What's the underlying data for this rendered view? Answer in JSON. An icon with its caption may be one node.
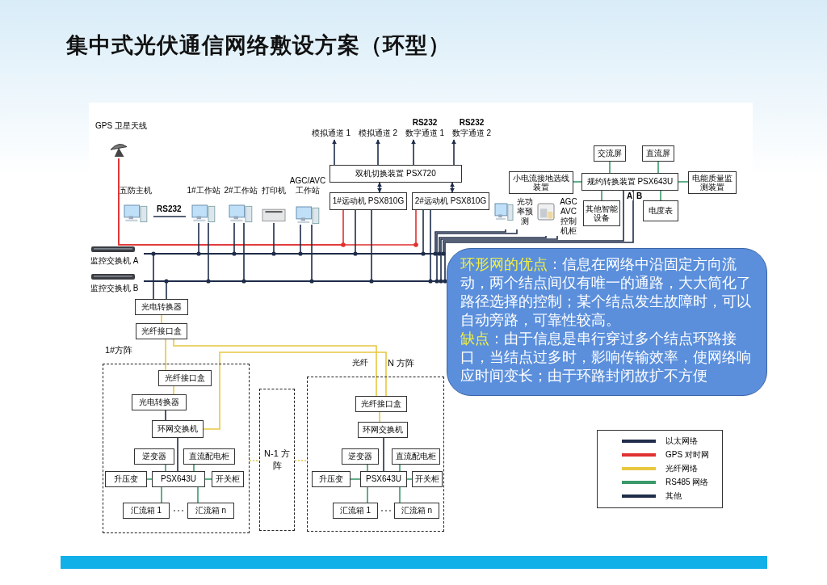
{
  "diagram": {
    "title": "集中式光伏通信网络敷设方案（环型）",
    "nodes": [
      {
        "text": [
          "GPS 卫星天线"
        ]
      },
      {
        "text": [
          "五防主机"
        ]
      },
      {
        "text": [
          "1#工作站"
        ]
      },
      {
        "text": [
          "2#工作站"
        ]
      },
      {
        "text": [
          "打印机"
        ]
      },
      {
        "text": [
          "AGC/AVC 工作站"
        ]
      },
      {
        "text": [
          "双机切换装置 PSX720"
        ]
      },
      {
        "text": [
          "1#远动机 PSX810G"
        ]
      },
      {
        "text": [
          "2#远动机 PSX810G"
        ]
      },
      {
        "text": [
          "模拟通道 1"
        ]
      },
      {
        "text": [
          "模拟通道 2"
        ]
      },
      {
        "text": [
          "RS232",
          "数字通道 1"
        ]
      },
      {
        "text": [
          "RS232",
          "数字通道 2"
        ]
      },
      {
        "text": [
          "光功率预测"
        ]
      },
      {
        "text": [
          "AGC AVC 控制机柜"
        ]
      },
      {
        "text": [
          "小电流接地选线装置"
        ]
      },
      {
        "text": [
          "规约转换装置 PSX643U"
        ]
      },
      {
        "text": [
          "交流屏"
        ]
      },
      {
        "text": [
          "直流屏"
        ]
      },
      {
        "text": [
          "电能质量监测装置"
        ]
      },
      {
        "text": [
          "其他智能设备"
        ]
      },
      {
        "text": [
          "电度表"
        ]
      },
      {
        "text": [
          "监控交换机 A"
        ]
      },
      {
        "text": [
          "监控交换机 B"
        ]
      },
      {
        "text": [
          "光电转换器"
        ]
      },
      {
        "text": [
          "光纤接口盒"
        ]
      },
      {
        "text": [
          "1#方阵"
        ]
      },
      {
        "text": [
          "光纤接口盒"
        ],
        "in": 26
      },
      {
        "text": [
          "光电转换器"
        ],
        "in": 26
      },
      {
        "text": [
          "环网交换机"
        ],
        "in": 26
      },
      {
        "text": [
          "逆变器"
        ],
        "in": 26
      },
      {
        "text": [
          "直流配电柜"
        ],
        "in": 26
      },
      {
        "text": [
          "升压变"
        ],
        "in": 26
      },
      {
        "text": [
          "PSX643U"
        ],
        "in": 26
      },
      {
        "text": [
          "开关柜"
        ],
        "in": 26
      },
      {
        "text": [
          "汇流箱 1"
        ],
        "in": 26
      },
      {
        "text": [
          "汇流箱 n"
        ],
        "in": 26
      },
      {
        "text": [
          "N-1 方阵"
        ]
      },
      {
        "text": [
          "N 方阵"
        ]
      },
      {
        "text": [
          "光纤接口盒"
        ],
        "in": 38
      },
      {
        "text": [
          "环网交换机"
        ],
        "in": 38
      },
      {
        "text": [
          "逆变器"
        ],
        "in": 38
      },
      {
        "text": [
          "直流配电柜"
        ],
        "in": 38
      },
      {
        "text": [
          "升压变"
        ],
        "in": 38
      },
      {
        "text": [
          "PSX643U"
        ],
        "in": 38
      },
      {
        "text": [
          "开关柜"
        ],
        "in": 38
      },
      {
        "text": [
          "汇流箱 1"
        ],
        "in": 38
      },
      {
        "text": [
          "汇流箱 n"
        ],
        "in": 38
      },
      {
        "text": [
          "环形网的优点",
          "：信息在网络中沿固定方向流动，两个结点间仅有唯一的通路，大大简化了路径选择的控制；某个结点发生故障时，可以自动旁路，可靠性较高。",
          "缺点",
          "：由于信息是串行穿过多个结点环路接口，当结点过多时，影响传输效率，使网络响应时间变长；由于环路封闭故扩不方便"
        ]
      }
    ],
    "edges": [
      {
        "from": 0,
        "to": 7,
        "arrow": "none",
        "color": "#e03030"
      },
      {
        "from": 0,
        "to": 8,
        "arrow": "none",
        "color": "#e03030"
      },
      {
        "from": 6,
        "to": 7,
        "arrow": "both"
      },
      {
        "from": 6,
        "to": 8,
        "arrow": "both"
      },
      {
        "from": 6,
        "to": 9,
        "arrow": "to"
      },
      {
        "from": 6,
        "to": 10,
        "arrow": "to"
      },
      {
        "from": 6,
        "to": 11,
        "arrow": "to"
      },
      {
        "from": 6,
        "to": 12,
        "arrow": "to"
      },
      {
        "from": 1,
        "to": 2,
        "arrow": "none",
        "label": "RS232"
      },
      {
        "from": 2,
        "to": 22,
        "arrow": "none"
      },
      {
        "from": 2,
        "to": 23,
        "arrow": "none"
      },
      {
        "from": 3,
        "to": 22,
        "arrow": "none"
      },
      {
        "from": 3,
        "to": 23,
        "arrow": "none"
      },
      {
        "from": 4,
        "to": 22,
        "arrow": "none"
      },
      {
        "from": 5,
        "to": 22,
        "arrow": "none"
      },
      {
        "from": 5,
        "to": 23,
        "arrow": "none"
      },
      {
        "from": 7,
        "to": 22,
        "arrow": "none"
      },
      {
        "from": 7,
        "to": 23,
        "arrow": "none"
      },
      {
        "from": 8,
        "to": 22,
        "arrow": "none"
      },
      {
        "from": 8,
        "to": 23,
        "arrow": "none"
      },
      {
        "from": 13,
        "to": 22,
        "arrow": "none"
      },
      {
        "from": 13,
        "to": 23,
        "arrow": "none"
      },
      {
        "from": 14,
        "to": 22,
        "arrow": "none"
      },
      {
        "from": 14,
        "to": 23,
        "arrow": "none"
      },
      {
        "from": 16,
        "to": 22,
        "arrow": "none",
        "label": "A"
      },
      {
        "from": 16,
        "to": 23,
        "arrow": "none",
        "label": "B"
      },
      {
        "from": 16,
        "to": 15,
        "arrow": "none",
        "color": "#3a9a6a"
      },
      {
        "from": 16,
        "to": 17,
        "arrow": "none",
        "color": "#3a9a6a"
      },
      {
        "from": 16,
        "to": 18,
        "arrow": "none",
        "color": "#3a9a6a"
      },
      {
        "from": 16,
        "to": 19,
        "arrow": "none",
        "color": "#3a9a6a"
      },
      {
        "from": 16,
        "to": 20,
        "arrow": "none",
        "color": "#3a9a6a"
      },
      {
        "from": 16,
        "to": 21,
        "arrow": "none",
        "color": "#3a9a6a"
      },
      {
        "from": 22,
        "to": 24,
        "arrow": "none"
      },
      {
        "from": 23,
        "to": 24,
        "arrow": "none"
      },
      {
        "from": 24,
        "to": 25,
        "arrow": "none",
        "color": "#e8c840"
      },
      {
        "from": 25,
        "to": 27,
        "arrow": "none",
        "color": "#e8c840"
      },
      {
        "from": 25,
        "to": 39,
        "arrow": "none",
        "color": "#e8c840"
      },
      {
        "from": 29,
        "to": 39,
        "arrow": "none",
        "color": "#e8c840"
      },
      {
        "from": 27,
        "to": 28,
        "arrow": "none",
        "color": "#e8c840"
      },
      {
        "from": 28,
        "to": 29,
        "arrow": "none"
      },
      {
        "from": 29,
        "to": 33,
        "arrow": "none"
      },
      {
        "from": 30,
        "to": 33,
        "arrow": "none",
        "color": "#3a9a6a"
      },
      {
        "from": 31,
        "to": 33,
        "arrow": "none",
        "color": "#3a9a6a"
      },
      {
        "from": 32,
        "to": 33,
        "arrow": "none",
        "color": "#3a9a6a"
      },
      {
        "from": 34,
        "to": 33,
        "arrow": "none",
        "color": "#3a9a6a"
      },
      {
        "from": 35,
        "to": 33,
        "arrow": "none",
        "color": "#3a9a6a"
      },
      {
        "from": 36,
        "to": 33,
        "arrow": "none",
        "color": "#3a9a6a"
      },
      {
        "from": 39,
        "to": 40,
        "arrow": "none",
        "color": "#e8c840"
      },
      {
        "from": 40,
        "to": 44,
        "arrow": "none"
      },
      {
        "from": 41,
        "to": 44,
        "arrow": "none",
        "color": "#3a9a6a"
      },
      {
        "from": 42,
        "to": 44,
        "arrow": "none",
        "color": "#3a9a6a"
      },
      {
        "from": 43,
        "to": 44,
        "arrow": "none",
        "color": "#3a9a6a"
      },
      {
        "from": 45,
        "to": 44,
        "arrow": "none",
        "color": "#3a9a6a"
      },
      {
        "from": 46,
        "to": 44,
        "arrow": "none",
        "color": "#3a9a6a"
      },
      {
        "from": 47,
        "to": 44,
        "arrow": "none",
        "color": "#3a9a6a"
      },
      {
        "from": 26,
        "to": 37,
        "arrow": "none",
        "style": "dashed",
        "color": "#e8c840"
      },
      {
        "from": 37,
        "to": 38,
        "arrow": "none",
        "style": "dashed",
        "color": "#e8c840"
      }
    ],
    "labels": [
      "光纤"
    ],
    "legend": [
      {
        "text": "以太网络",
        "color": "#1f2d4a"
      },
      {
        "text": "GPS 对时网",
        "color": "#e03030"
      },
      {
        "text": "光纤网络",
        "color": "#e8c840"
      },
      {
        "text": "RS485 网络",
        "color": "#3a9a6a"
      },
      {
        "text": "其他",
        "color": "#1f2d4a"
      }
    ]
  }
}
